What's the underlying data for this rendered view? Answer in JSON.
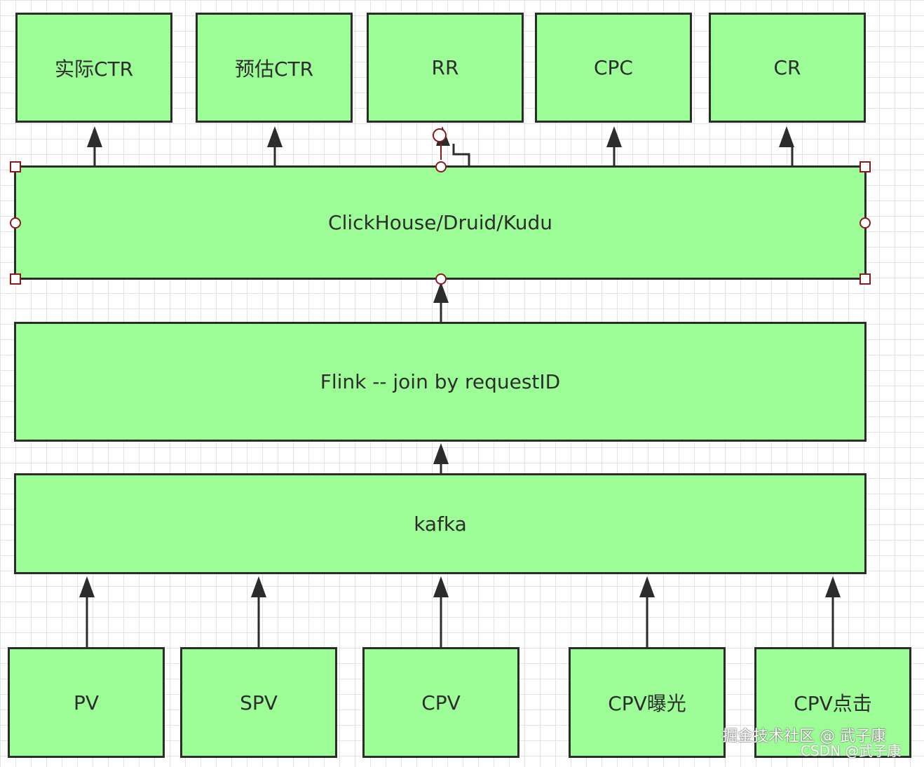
{
  "diagram": {
    "top_metrics": [
      "实际CTR",
      "预估CTR",
      "RR",
      "CPC",
      "CR"
    ],
    "storage": "ClickHouse/Druid/Kudu",
    "processing": "Flink -- join by requestID",
    "queue": "kafka",
    "sources": [
      "PV",
      "SPV",
      "CPV",
      "CPV曝光",
      "CPV点击"
    ]
  },
  "colors": {
    "node_fill": "#9cfd96",
    "node_border": "#2c2c2c",
    "selection_handle": "#8b1a1a",
    "grid": "#e3e3e3"
  },
  "watermark": {
    "line1": "掘金技术社区 @ 武子康",
    "line2": "CSDN @武子康"
  }
}
